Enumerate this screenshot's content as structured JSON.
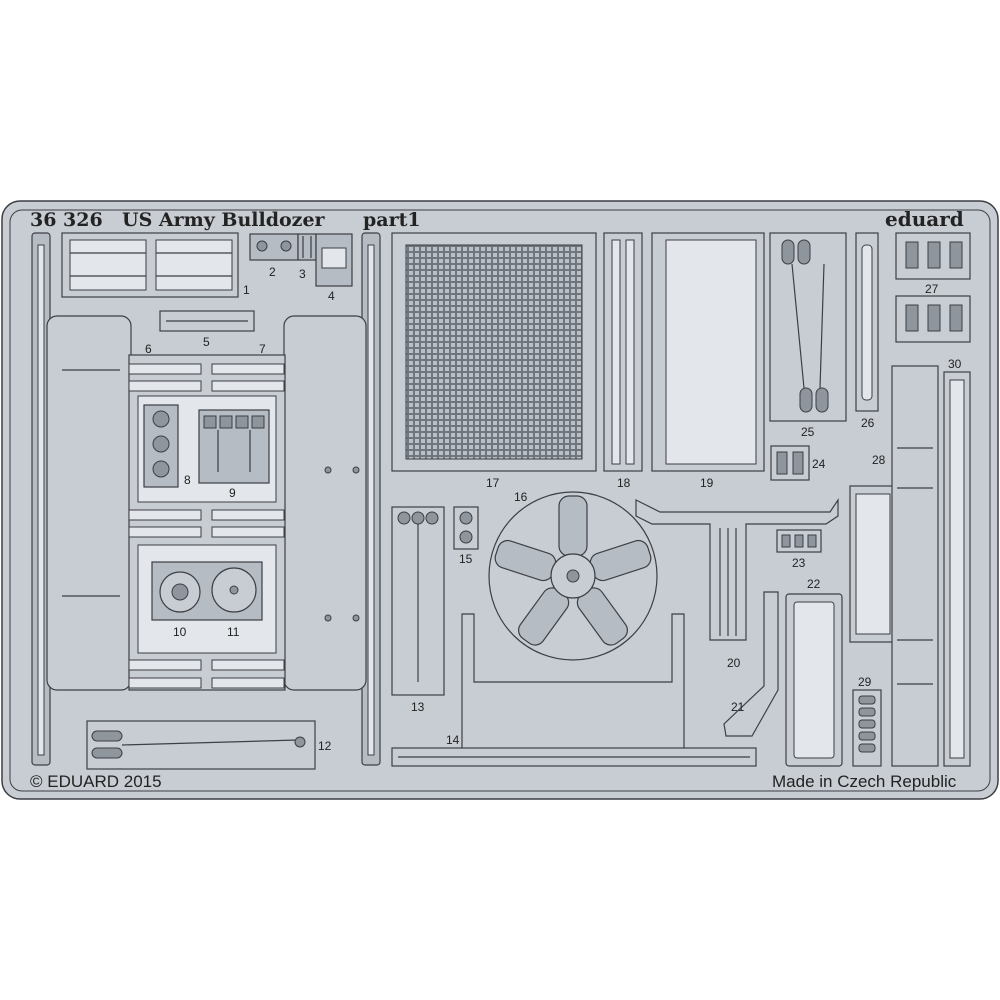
{
  "sheet": {
    "code": "36 326",
    "title": "US Army Bulldozer",
    "part": "part1",
    "brand": "eduard",
    "copyright": "© EDUARD 2015",
    "origin": "Made in Czech Republic",
    "colors": {
      "fret": "#c8cdd3",
      "outline": "#3c3f44",
      "background": "#ffffff"
    }
  },
  "part_labels": [
    "1",
    "2",
    "3",
    "4",
    "5",
    "6",
    "7",
    "8",
    "9",
    "10",
    "11",
    "12",
    "13",
    "14",
    "15",
    "16",
    "17",
    "18",
    "19",
    "20",
    "21",
    "22",
    "23",
    "24",
    "25",
    "26",
    "27",
    "28",
    "29",
    "30"
  ]
}
